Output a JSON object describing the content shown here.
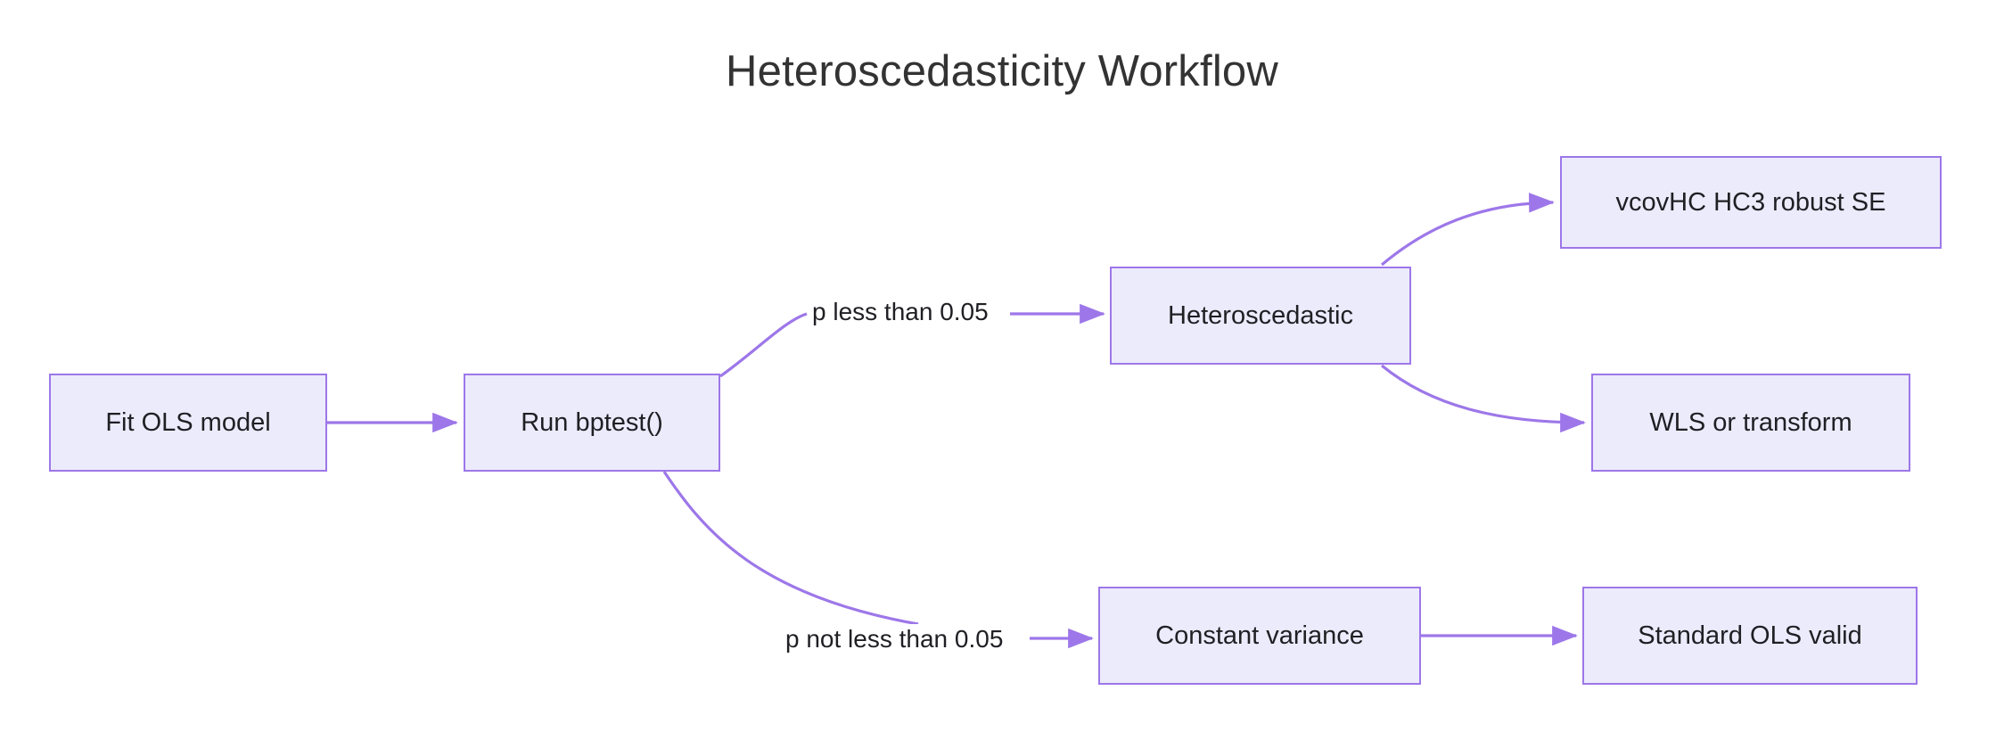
{
  "diagram": {
    "title": "Heteroscedasticity Workflow",
    "type": "flowchart",
    "direction": "left-to-right",
    "theme": {
      "background": "#ffffff",
      "node_fill": "#ecebfc",
      "node_border": "#9d77e9",
      "edge_color": "#9d77e9",
      "text_color": "#1f1f24",
      "title_color": "#333333"
    },
    "nodes": [
      {
        "id": "fit_ols",
        "label": "Fit OLS model"
      },
      {
        "id": "run_bptest",
        "label": "Run bptest()"
      },
      {
        "id": "heteroscedastic",
        "label": "Heteroscedastic"
      },
      {
        "id": "vcovhc",
        "label": "vcovHC HC3 robust SE"
      },
      {
        "id": "wls",
        "label": "WLS or transform"
      },
      {
        "id": "constant_var",
        "label": "Constant variance"
      },
      {
        "id": "standard_ols",
        "label": "Standard OLS valid"
      }
    ],
    "edges": [
      {
        "from": "fit_ols",
        "to": "run_bptest",
        "label": ""
      },
      {
        "from": "run_bptest",
        "to": "heteroscedastic",
        "label": "p less than 0.05"
      },
      {
        "from": "run_bptest",
        "to": "constant_var",
        "label": "p not less than 0.05"
      },
      {
        "from": "heteroscedastic",
        "to": "vcovhc",
        "label": ""
      },
      {
        "from": "heteroscedastic",
        "to": "wls",
        "label": ""
      },
      {
        "from": "constant_var",
        "to": "standard_ols",
        "label": ""
      }
    ],
    "edge_labels": {
      "p_less": "p less than 0.05",
      "p_not_less": "p not less than 0.05"
    }
  }
}
